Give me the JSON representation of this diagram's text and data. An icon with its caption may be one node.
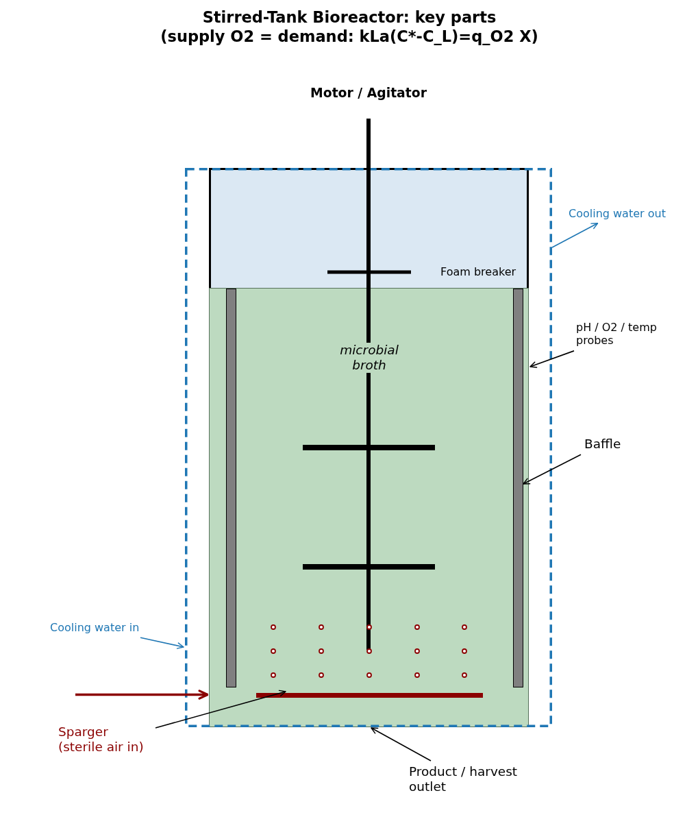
{
  "diagram": {
    "title": "Stirred-Tank Bioreactor: key parts (supply O2 = demand: kLa(C*-C_L)=q_O2 X)",
    "nodes": [
      {
        "text": [],
        "shape": "box"
      },
      {
        "text": [],
        "shape": "box",
        "in": 0
      },
      {
        "text": [
          "microbial broth"
        ],
        "in": 1
      },
      {
        "text": [],
        "shape": "bar",
        "in": 2
      },
      {
        "text": [],
        "shape": "bar",
        "in": 2
      },
      {
        "text": [],
        "shape": "bar",
        "in": 2
      },
      {
        "text": [
          "Cooling water out"
        ]
      },
      {
        "text": [
          "pH / O2 / temp probes"
        ]
      },
      {
        "text": [
          "Baffle"
        ]
      },
      {
        "text": [
          "Cooling water in"
        ]
      },
      {
        "text": [
          "Sparger (sterile air in)"
        ]
      },
      {
        "text": [
          "Product / harvest outlet"
        ]
      }
    ],
    "edges": [
      {
        "from": 0,
        "to": 6,
        "arrow": "to",
        "color": "#1f77b4"
      },
      {
        "from": 7,
        "to": 1,
        "arrow": "to"
      },
      {
        "from": 8,
        "to": 4,
        "arrow": "to"
      },
      {
        "from": 9,
        "to": 0,
        "arrow": "to",
        "color": "#1f77b4"
      },
      {
        "from": null,
        "to": 1,
        "arrow": "to",
        "style": "thick",
        "color": "#8b0000"
      },
      {
        "from": 10,
        "to": 5,
        "arrow": "to"
      },
      {
        "from": 11,
        "to": 1,
        "arrow": "to"
      }
    ],
    "labels": [
      "Motor / Agitator",
      "Foam breaker"
    ]
  }
}
